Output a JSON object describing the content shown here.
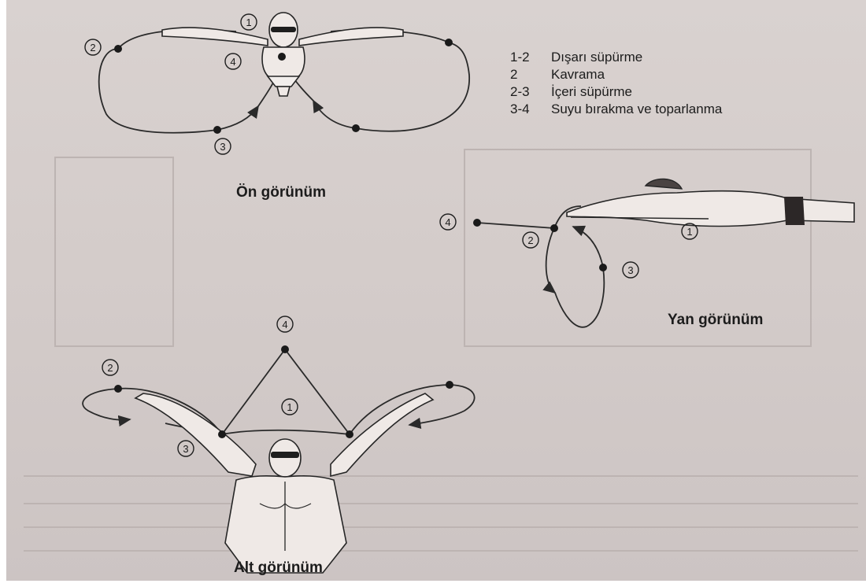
{
  "legend": {
    "items": [
      {
        "code": "1-2",
        "text": "Dışarı süpürme"
      },
      {
        "code": "2",
        "text": "Kavrama"
      },
      {
        "code": "2-3",
        "text": "İçeri süpürme"
      },
      {
        "code": "3-4",
        "text": "Suyu bırakma ve toparlanma"
      }
    ]
  },
  "views": {
    "front": {
      "title": "Ön görünüm",
      "markers": [
        "1",
        "2",
        "3",
        "4"
      ]
    },
    "side": {
      "title": "Yan görünüm",
      "markers": [
        "1",
        "2",
        "3",
        "4"
      ]
    },
    "bottom": {
      "title": "Alt görünüm",
      "markers": [
        "1",
        "2",
        "3",
        "4"
      ]
    }
  }
}
